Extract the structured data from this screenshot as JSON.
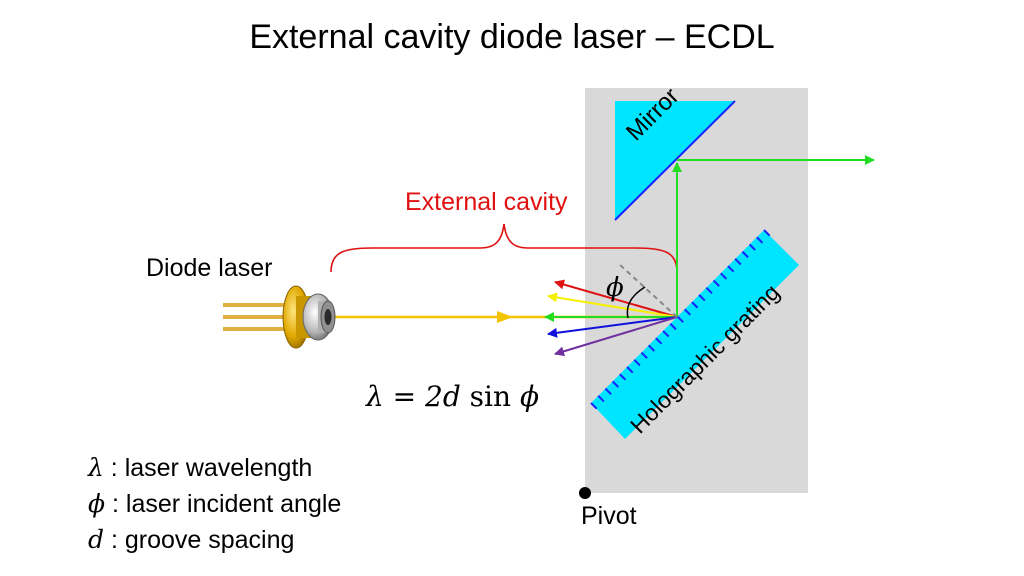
{
  "title": "External cavity diode laser – ECDL",
  "labels": {
    "external_cavity": "External cavity",
    "diode_laser": "Diode laser",
    "mirror": "Mirror",
    "grating": "Holographic grating",
    "pivot": "Pivot",
    "phi": "ϕ"
  },
  "formula": {
    "lhs": "λ = 2",
    "d": "d",
    "sin": " sin ",
    "phi": "ϕ"
  },
  "legend": [
    {
      "symbol": "λ",
      "text": " : laser wavelength"
    },
    {
      "symbol": "ϕ",
      "text": " : laser incident angle"
    },
    {
      "symbol": "d",
      "text": " : groove spacing"
    }
  ],
  "colors": {
    "mount": "#d9d9d9",
    "optic": "#00e5ff",
    "optic_edge": "#1a22ff",
    "cavity": "#e01010",
    "beam_input": "#f5c400",
    "beam_green": "#22dd22",
    "ray_red": "#e01010",
    "ray_yellow": "#f5f000",
    "ray_blue": "#1010dd",
    "ray_purple": "#7030a0"
  }
}
